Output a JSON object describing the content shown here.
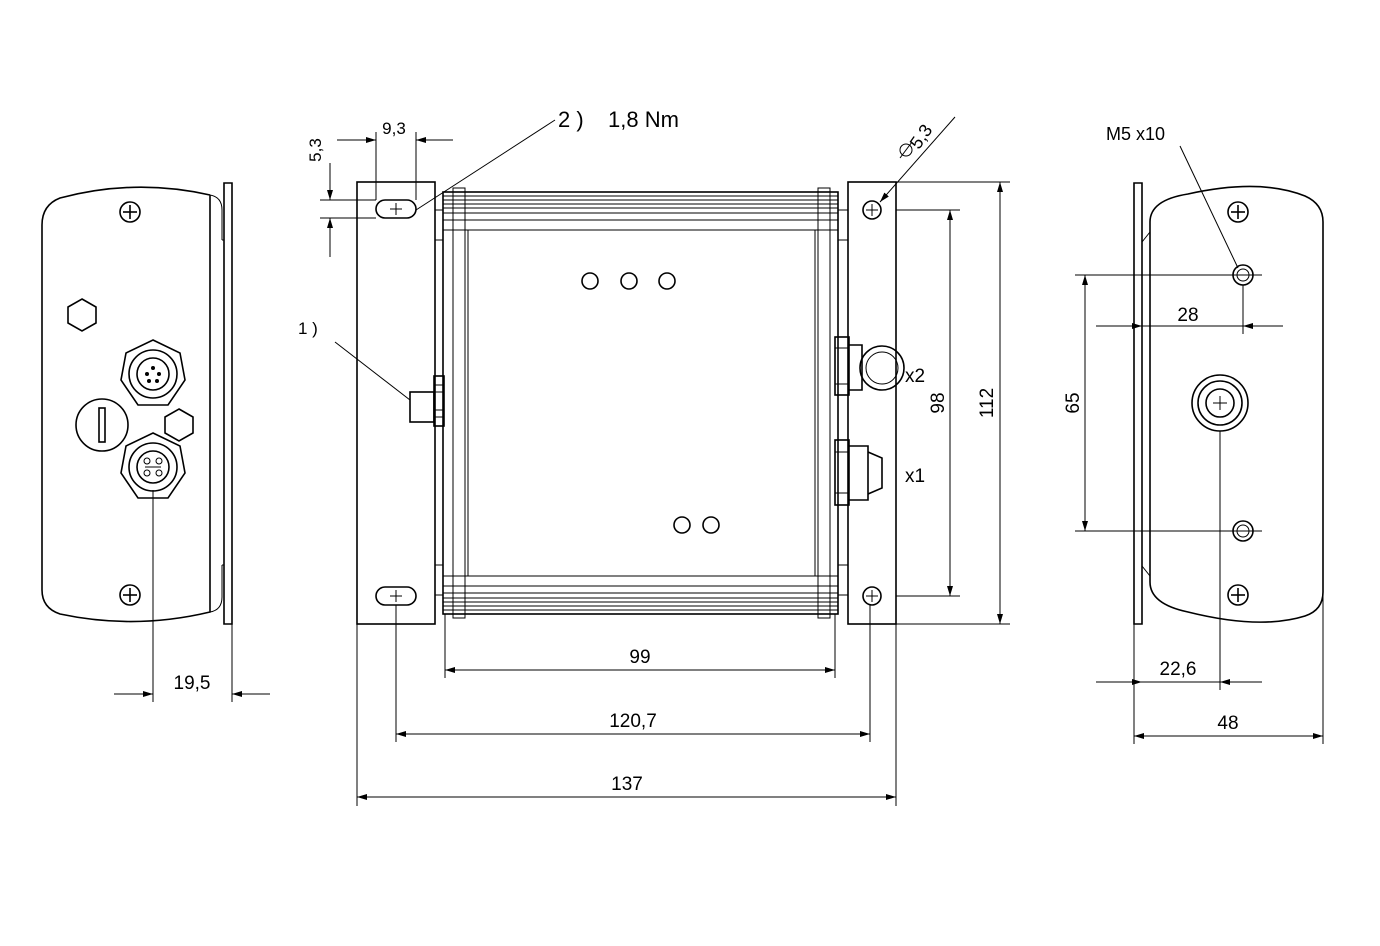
{
  "drawing": {
    "colors": {
      "line": "#000000",
      "background": "#ffffff"
    },
    "labels": {
      "torque_ref": "2 )",
      "torque_value": "1,8 Nm",
      "item1_ref": "1 )",
      "slot_height": "5,3",
      "slot_width": "9,3",
      "hole_diameter": "5,3",
      "conn_x2": "x2",
      "conn_x1": "x1",
      "thread": "M5 x10"
    },
    "dimensions": {
      "left_depth": "19,5",
      "width_body": "99",
      "hole_spacing": "120,7",
      "overall_width": "137",
      "hole_vertical": "98",
      "overall_height": "112",
      "right_offset_28": "28",
      "right_spacing_65": "65",
      "right_offset_226": "22,6",
      "right_depth_48": "48"
    }
  }
}
